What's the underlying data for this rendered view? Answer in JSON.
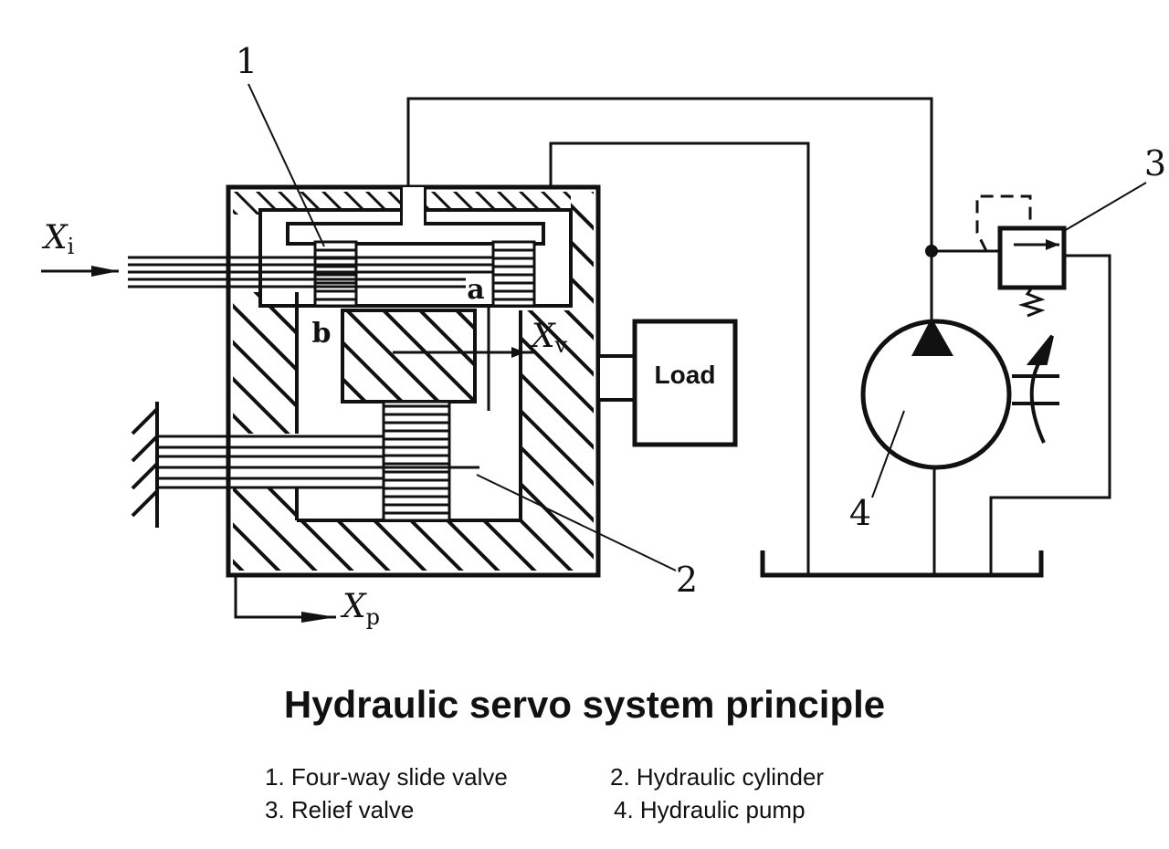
{
  "diagram": {
    "labels": {
      "n1": "1",
      "n2": "2",
      "n3": "3",
      "n4": "4",
      "xi_main": "X",
      "xi_sub": "i",
      "xv_main": "X",
      "xv_sub": "v",
      "xp_main": "X",
      "xp_sub": "p",
      "a": "a",
      "b": "b",
      "load": "Load"
    }
  },
  "title": "Hydraulic servo system principle",
  "legend": [
    "1. Four-way slide valve",
    "2. Hydraulic cylinder",
    "3. Relief valve",
    "4. Hydraulic pump"
  ]
}
